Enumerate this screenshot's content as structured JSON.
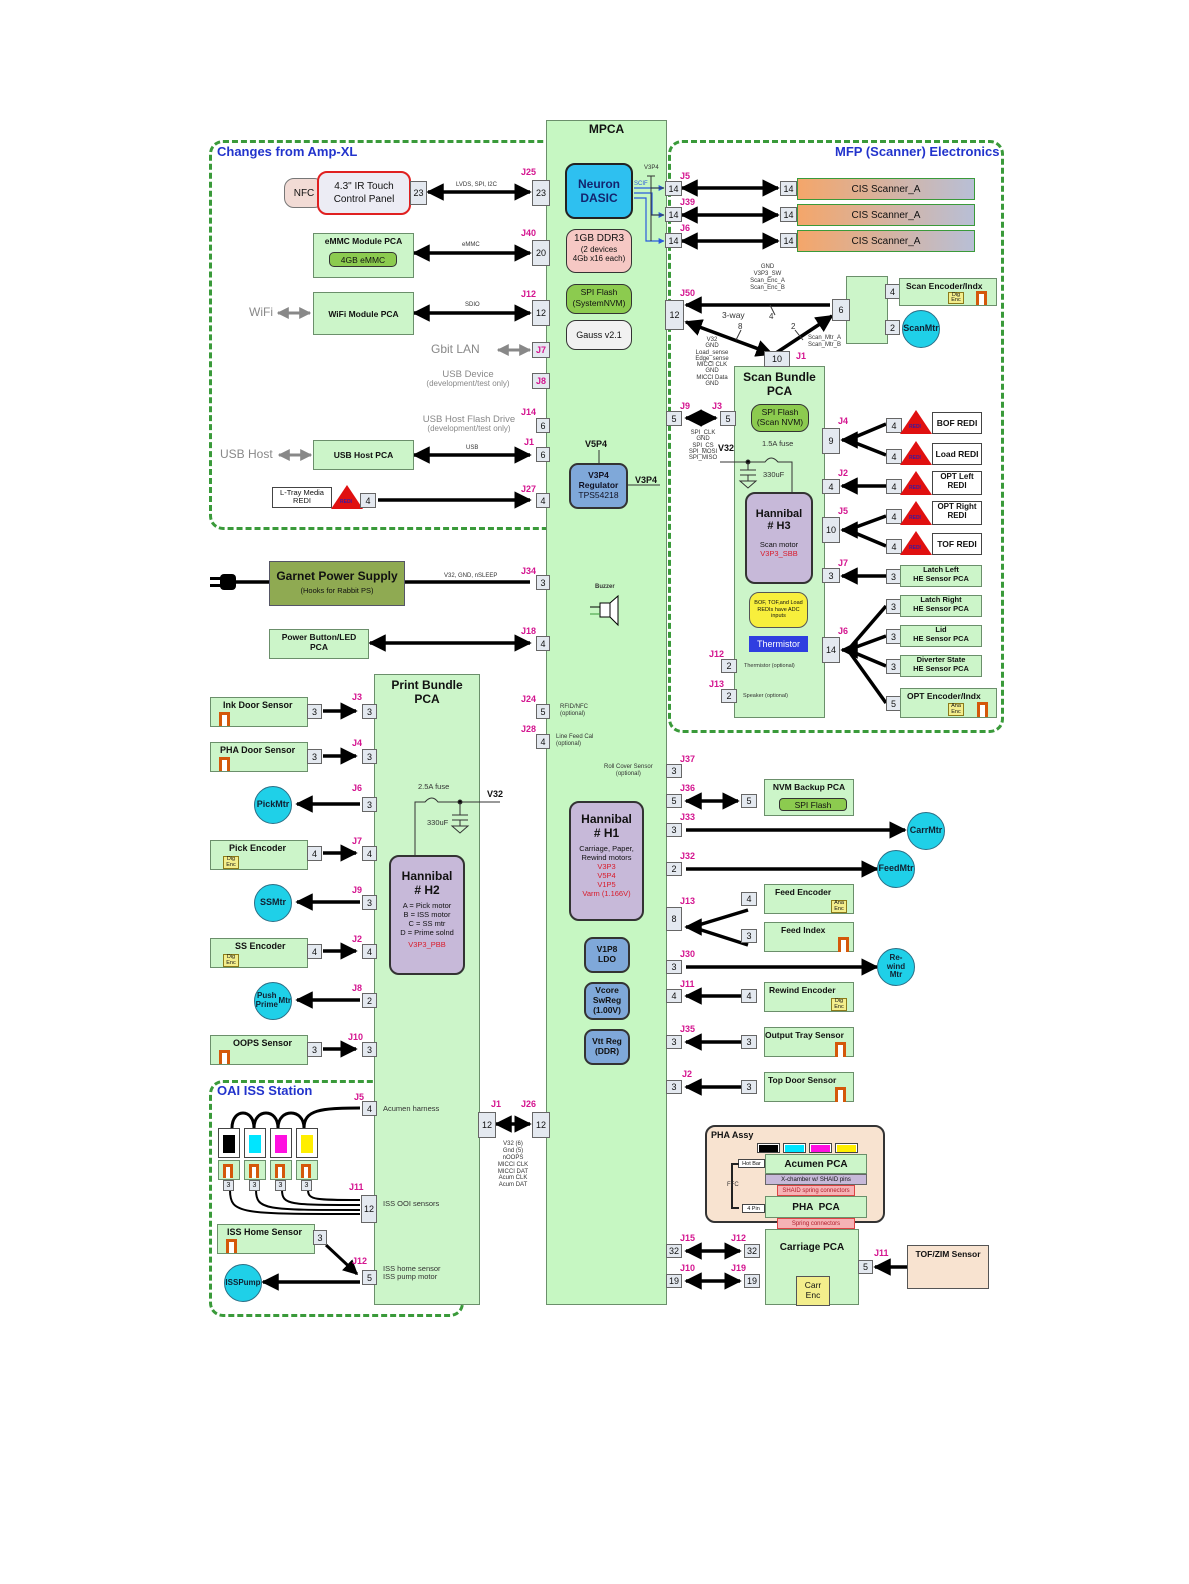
{
  "regions": {
    "changes": "Changes from Amp-XL",
    "mfp": "MFP (Scanner) Electronics",
    "oai": "OAI ISS Station"
  },
  "mpca": {
    "title": "MPCA",
    "neuron": "Neuron DASIC",
    "ddr": {
      "line1": "1GB DDR3",
      "line2": "(2 devices",
      "line3": "4Gb x16 each)"
    },
    "spi_flash": {
      "line1": "SPI Flash",
      "line2": "(SystemNVM)"
    },
    "gauss": "Gauss v2.1",
    "v5p4": "V5P4",
    "regulator": {
      "line1": "V3P4",
      "line2": "Regulator",
      "line3": "TPS54218"
    },
    "v3p4": "V3P4",
    "v3p4_top": "V3P4",
    "scif": "SCIF",
    "buzzer": "Buzzer",
    "h1": {
      "title1": "Hannibal",
      "title2": "# H1",
      "desc1": "Carriage, Paper,",
      "desc2": "Rewind motors",
      "v1": "V3P3",
      "v2": "V5P4",
      "v3": "V1P5",
      "v4": "Varm (1.166V)"
    },
    "v1p8": {
      "line1": "V1P8",
      "line2": "LDO"
    },
    "vcore": {
      "line1": "Vcore",
      "line2": "SwReg",
      "line3": "(1.00V)"
    },
    "vtt": {
      "line1": "Vtt Reg",
      "line2": "(DDR)"
    }
  },
  "left_top": {
    "nfc": "NFC",
    "touch_panel": {
      "line1": "4.3\" IR Touch",
      "line2": "Control Panel",
      "pins": "23"
    },
    "lvds_label": "LVDS, SPI, I2C",
    "j25": {
      "name": "J25",
      "pins": "23"
    },
    "emmc_pca": "eMMC Module PCA",
    "emmc_chip": "4GB eMMC",
    "emmc_label": "eMMC",
    "j40": {
      "name": "J40",
      "pins": "20"
    },
    "wifi": "WiFi",
    "wifi_pca": "WiFi Module PCA",
    "sdio_label": "SDIO",
    "j12": {
      "name": "J12",
      "pins": "12"
    },
    "gbit_lan": "Gbit LAN",
    "j7": {
      "name": "J7"
    },
    "usb_device": {
      "line1": "USB Device",
      "line2": "(development/test only)"
    },
    "j8": {
      "name": "J8"
    },
    "usb_flash": {
      "line1": "USB Host Flash Drive",
      "line2": "(development/test only)"
    },
    "j14": {
      "name": "J14",
      "pins": "6"
    },
    "usb_host": "USB Host",
    "usb_host_pca": "USB Host PCA",
    "usb_label": "USB",
    "j1": {
      "name": "J1",
      "pins": "6"
    },
    "ltray": {
      "line1": "L-Tray Media",
      "line2": "REDI",
      "pins": "4"
    },
    "redi_tag": "REDI",
    "j27": {
      "name": "J27",
      "pins": "4"
    }
  },
  "power": {
    "psu_title": "Garnet Power Supply",
    "psu_sub": "(Hooks for Rabbit PS)",
    "psu_label": "V32, GND, nSLEEP",
    "j34": {
      "name": "J34",
      "pins": "3"
    },
    "button_pca": {
      "line1": "Power Button/LED",
      "line2": "PCA"
    },
    "j18": {
      "name": "J18",
      "pins": "4"
    },
    "j24": {
      "name": "J24",
      "pins": "5",
      "label1": "RFID/NFC",
      "label2": "(optional)"
    },
    "j28": {
      "name": "J28",
      "pins": "4",
      "label1": "Line Feed Cal",
      "label2": "(optional)"
    }
  },
  "print_bundle": {
    "title1": "Print Bundle",
    "title2": "PCA",
    "fuse": "2.5A fuse",
    "cap": "330uF",
    "v32": "V32",
    "h2": {
      "title1": "Hannibal",
      "title2": "# H2",
      "a": "A = Pick motor",
      "b": "B = ISS motor",
      "c": "C = SS mtr",
      "d": "D = Prime solnd",
      "rail": "V3P3_PBB"
    },
    "items": [
      {
        "kind": "sensor",
        "label": "Ink Door Sensor",
        "pins": "3",
        "jname": "J3",
        "jpins": "3"
      },
      {
        "kind": "sensor",
        "label": "PHA Door Sensor",
        "pins": "3",
        "jname": "J4",
        "jpins": "3"
      },
      {
        "kind": "motor",
        "label1": "Pick",
        "label2": "Mtr",
        "jname": "J6",
        "jpins": "3"
      },
      {
        "kind": "encoder",
        "label": "Pick Encoder",
        "enc": "Dig Enc",
        "pins": "4",
        "jname": "J7",
        "jpins": "4"
      },
      {
        "kind": "motor",
        "label1": "SS",
        "label2": "Mtr",
        "jname": "J9",
        "jpins": "3"
      },
      {
        "kind": "encoder",
        "label": "SS Encoder",
        "enc": "Dig Enc",
        "pins": "4",
        "jname": "J2",
        "jpins": "4"
      },
      {
        "kind": "motor",
        "label1": "Push Prime",
        "label2": "Mtr",
        "jname": "J8",
        "jpins": "2"
      },
      {
        "kind": "sensor",
        "label": "OOPS Sensor",
        "pins": "3",
        "jname": "J10",
        "jpins": "3"
      }
    ]
  },
  "oai": {
    "j5": {
      "name": "J5",
      "pins": "4",
      "label": "Acumen harness"
    },
    "cart_pins": [
      "3",
      "3",
      "3",
      "3"
    ],
    "cart_colors": [
      "#000000",
      "#00e5ff",
      "#ff10e0",
      "#ffee00"
    ],
    "j11": {
      "name": "J11",
      "pins": "12",
      "label": "ISS OOI sensors"
    },
    "home_sensor": {
      "label": "ISS Home Sensor",
      "pins": "3"
    },
    "j12": {
      "name": "J12",
      "pins": "5",
      "label1": "ISS home sensor",
      "label2": "ISS pump motor"
    },
    "pump": {
      "line1": "ISS",
      "line2": "Pump"
    }
  },
  "bridge": {
    "j1": {
      "name": "J1",
      "pins": "12"
    },
    "j26": {
      "name": "J26",
      "pins": "12"
    },
    "signals": [
      "V32 (6)",
      "Gnd (5)",
      "nOOPS",
      "MICCI CLK",
      "MICCI DAT",
      "Acum CLK",
      "Acum DAT"
    ]
  },
  "scanner": {
    "v3p4": "V3P4",
    "cis": [
      {
        "jname": "J5",
        "pins": "14",
        "label": "CIS Scanner_A"
      },
      {
        "jname": "J39",
        "pins": "14",
        "label": "CIS Scanner_A"
      },
      {
        "jname": "J6",
        "pins": "14",
        "label": "CIS Scanner_A"
      }
    ],
    "j50": {
      "name": "J50",
      "pins": "12"
    },
    "three_way": "3-way",
    "bus_upper": [
      "GND",
      "V3P3_SW",
      "Scan_Enc_A",
      "Scan_Enc_B"
    ],
    "bus_upper_count": "4",
    "bus_lower": [
      "V32",
      "GND",
      "Load_sense",
      "Edge_sense",
      "MICCI CLK",
      "GND",
      "MICCI Data",
      "GND"
    ],
    "bus_lower_count": "8",
    "mtr_bus": [
      "Scan_Mtr_A",
      "Scan_Mtr_B"
    ],
    "mtr_bus_count": "2",
    "hub_pins": "6",
    "scan_enc": {
      "label": "Scan Encoder/Indx",
      "enc": "Dig Enc",
      "pins": "4"
    },
    "scan_mtr": {
      "line1": "Scan",
      "line2": "Mtr",
      "pins": "2"
    },
    "j1": {
      "name": "J1",
      "pins": "10"
    },
    "j9": {
      "name": "J9",
      "pins": "5"
    },
    "j3": {
      "name": "J3",
      "pins": "5"
    },
    "spi_bus": [
      "SPI_CLK",
      "GND",
      "SPI_CS",
      "SPI_MOSI",
      "SPI_MISO"
    ],
    "v32": "V32",
    "bundle": {
      "title1": "Scan Bundle",
      "title2": "PCA",
      "spi1": "SPI Flash",
      "spi2": "(Scan NVM)",
      "fuse": "1.5A fuse",
      "cap": "330uF",
      "h3": {
        "title1": "Hannibal",
        "title2": "# H3",
        "desc": "Scan motor",
        "rail": "V3P3_SBB"
      },
      "note": "BOF, TOF,and Load REDIs have ADC inputs",
      "thermistor": "Thermistor",
      "j12": {
        "name": "J12",
        "pins": "2",
        "label": "Thermistor (optional)"
      },
      "j13": {
        "name": "J13",
        "pins": "2",
        "label": "Speaker (optional)"
      }
    },
    "j4": {
      "name": "J4",
      "pins": "9"
    },
    "j2": {
      "name": "J2",
      "pins": "4"
    },
    "j5": {
      "name": "J5",
      "pins": "10"
    },
    "j7": {
      "name": "J7",
      "pins": "3"
    },
    "j6": {
      "name": "J6",
      "pins": "14"
    },
    "redis": [
      {
        "label1": "BOF REDI",
        "label2": "",
        "pins": "4"
      },
      {
        "label1": "Load REDI",
        "label2": "",
        "pins": "4"
      },
      {
        "label1": "OPT Left",
        "label2": "REDI",
        "pins": "4"
      },
      {
        "label1": "OPT Right",
        "label2": "REDI",
        "pins": "4"
      },
      {
        "label1": "TOF REDI",
        "label2": "",
        "pins": "4"
      }
    ],
    "he_sensors": [
      {
        "label1": "Latch Left",
        "label2": "HE Sensor PCA",
        "pins": "3"
      },
      {
        "label1": "Latch Right",
        "label2": "HE Sensor PCA",
        "pins": "3"
      },
      {
        "label1": "Lid",
        "label2": "HE Sensor PCA",
        "pins": "3"
      },
      {
        "label1": "Diverter State",
        "label2": "HE Sensor PCA",
        "pins": "3"
      }
    ],
    "opt_enc": {
      "label": "OPT Encoder/Indx",
      "enc": "Ana Enc",
      "pins": "5"
    }
  },
  "right_bottom": {
    "j37": {
      "name": "J37",
      "pins": "3",
      "label1": "Roll Cover Sensor",
      "label2": "(optional)"
    },
    "j36": {
      "name": "J36",
      "pins": "5"
    },
    "nvm": {
      "title": "NVM Backup PCA",
      "chip": "SPI Flash",
      "pins": "5"
    },
    "j33": {
      "name": "J33",
      "pins": "3"
    },
    "carr_mtr": {
      "line1": "Carr",
      "line2": "Mtr"
    },
    "j32": {
      "name": "J32",
      "pins": "2"
    },
    "feed_mtr": {
      "line1": "Feed",
      "line2": "Mtr"
    },
    "j13": {
      "name": "J13",
      "pins": "8"
    },
    "feed_enc": {
      "label": "Feed Encoder",
      "enc": "Ana Enc",
      "pins": "4"
    },
    "feed_idx": {
      "label": "Feed Index",
      "pins": "3"
    },
    "j30": {
      "name": "J30",
      "pins": "3"
    },
    "rewind_mtr": {
      "line1": "Re-",
      "line2": "wind",
      "line3": "Mtr"
    },
    "j11": {
      "name": "J11",
      "pins": "4"
    },
    "rewind_enc": {
      "label": "Rewind Encoder",
      "enc": "Dig Enc",
      "pins": "4"
    },
    "j35": {
      "name": "J35",
      "pins": "3"
    },
    "output_tray": {
      "label": "Output Tray Sensor",
      "pins": "3"
    },
    "j2": {
      "name": "J2",
      "pins": "3"
    },
    "top_door": {
      "label": "Top Door Sensor",
      "pins": "3"
    }
  },
  "pha": {
    "title": "PHA Assy",
    "acumen": "Acumen PCA",
    "xchamber": "X-chamber w/ SHAID pins",
    "shaid": "SHAID spring connectors",
    "pha_pca": "PHA  PCA",
    "hot_bar": "Hot Bar",
    "ffc": "FFC",
    "four_pin": "4 Pin",
    "spring": "Spring connectors",
    "ink_colors": [
      "#000000",
      "#00e5ff",
      "#ff10e0",
      "#ffee00"
    ]
  },
  "carriage": {
    "title": "Carriage PCA",
    "j15": {
      "name": "J15",
      "pins": "32"
    },
    "j12": {
      "name": "J12",
      "pins": "32"
    },
    "j10": {
      "name": "J10",
      "pins": "19"
    },
    "j19": {
      "name": "J19",
      "pins": "19"
    },
    "carr_enc": {
      "line1": "Carr",
      "line2": "Enc"
    },
    "j11": {
      "name": "J11",
      "pins": "5"
    },
    "tof": "TOF/ZIM Sensor"
  }
}
